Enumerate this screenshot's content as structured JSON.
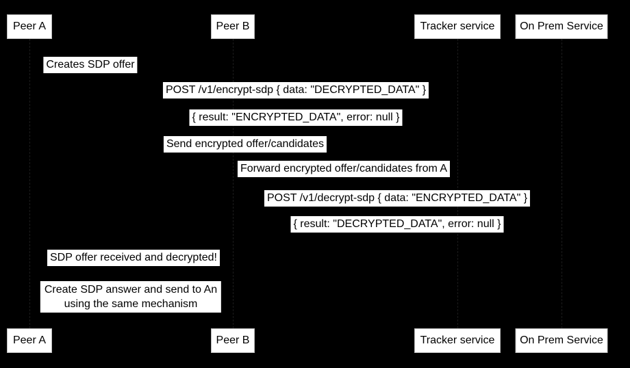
{
  "diagram": {
    "type": "sequence-diagram",
    "colors": {
      "background": "#000000",
      "label_background": "#ffffff",
      "label_text": "#000000",
      "actor_background": "#ffffff",
      "actor_border": "#b9b9b9"
    },
    "participants": [
      {
        "name": "Peer A"
      },
      {
        "name": "Peer B"
      },
      {
        "name": "Tracker service"
      },
      {
        "name": "On Prem Service"
      }
    ],
    "messages": [
      {
        "label": "Creates SDP offer"
      },
      {
        "label": "POST /v1/encrypt-sdp { data: \"DECRYPTED_DATA\" }"
      },
      {
        "label": "{ result: \"ENCRYPTED_DATA\", error: null }"
      },
      {
        "label": "Send encrypted offer/candidates"
      },
      {
        "label": "Forward encrypted offer/candidates from A"
      },
      {
        "label": "POST /v1/decrypt-sdp { data: \"ENCRYPTED_DATA\" }"
      },
      {
        "label": "{ result: \"DECRYPTED_DATA\", error: null }"
      },
      {
        "label": "SDP offer received and decrypted!"
      },
      {
        "line1": "Create SDP answer and send to An",
        "line2": "using the same mechanism"
      }
    ]
  }
}
